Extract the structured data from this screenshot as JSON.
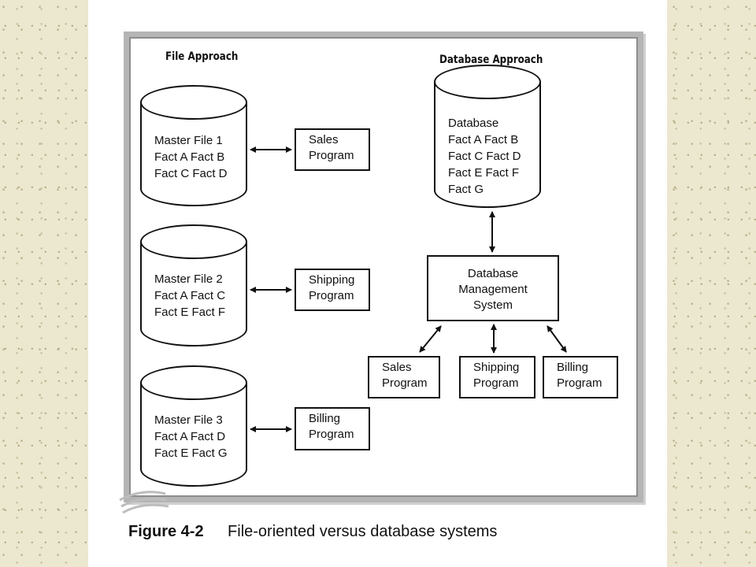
{
  "file_approach": {
    "heading": "File Approach",
    "files": [
      {
        "title": "Master File 1",
        "line2": "Fact A  Fact B",
        "line3": "Fact C  Fact D"
      },
      {
        "title": "Master File 2",
        "line2": "Fact A  Fact C",
        "line3": "Fact E  Fact F"
      },
      {
        "title": "Master File 3",
        "line2": "Fact A  Fact D",
        "line3": "Fact E  Fact G"
      }
    ],
    "programs": [
      {
        "line1": "Sales",
        "line2": "Program"
      },
      {
        "line1": "Shipping",
        "line2": "Program"
      },
      {
        "line1": "Billing",
        "line2": "Program"
      }
    ]
  },
  "database_approach": {
    "heading": "Database Approach",
    "database": {
      "lines": [
        "Database",
        "Fact A  Fact B",
        "Fact C  Fact D",
        "Fact E  Fact F",
        "Fact G"
      ]
    },
    "dbms": {
      "line1": "Database",
      "line2": "Management",
      "line3": "System"
    },
    "programs": [
      {
        "line1": "Sales",
        "line2": "Program"
      },
      {
        "line1": "Shipping",
        "line2": "Program"
      },
      {
        "line1": "Billing",
        "line2": "Program"
      }
    ]
  },
  "caption": {
    "figure": "Figure 4-2",
    "text": "File-oriented versus database systems"
  },
  "colors": {
    "ink": "#111111",
    "frame": "#b5b5b5",
    "background": "#ece7cf"
  }
}
